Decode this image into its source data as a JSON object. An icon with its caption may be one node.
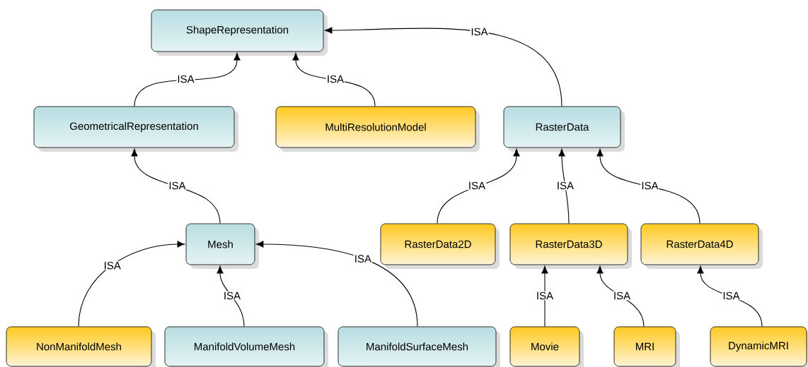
{
  "diagram": {
    "nodes": [
      {
        "text": [
          "ShapeRepresentation"
        ]
      },
      {
        "text": [
          "GeometricalRepresentation"
        ]
      },
      {
        "text": [
          "MultiResolutionModel"
        ]
      },
      {
        "text": [
          "RasterData"
        ]
      },
      {
        "text": [
          "Mesh"
        ]
      },
      {
        "text": [
          "RasterData2D"
        ]
      },
      {
        "text": [
          "RasterData3D"
        ]
      },
      {
        "text": [
          "RasterData4D"
        ]
      },
      {
        "text": [
          "NonManifoldMesh"
        ]
      },
      {
        "text": [
          "ManifoldVolumeMesh"
        ]
      },
      {
        "text": [
          "ManifoldSurfaceMesh"
        ]
      },
      {
        "text": [
          "Movie"
        ]
      },
      {
        "text": [
          "MRI"
        ]
      },
      {
        "text": [
          "DynamicMRI"
        ]
      }
    ],
    "edges": [
      {
        "from": 1,
        "to": 0,
        "arrow": "to",
        "label": "ISA"
      },
      {
        "from": 2,
        "to": 0,
        "arrow": "to",
        "label": "ISA"
      },
      {
        "from": 3,
        "to": 0,
        "arrow": "to",
        "label": "ISA"
      },
      {
        "from": 4,
        "to": 1,
        "arrow": "to",
        "label": "ISA"
      },
      {
        "from": 5,
        "to": 3,
        "arrow": "to",
        "label": "ISA"
      },
      {
        "from": 6,
        "to": 3,
        "arrow": "to",
        "label": "ISA"
      },
      {
        "from": 7,
        "to": 3,
        "arrow": "to",
        "label": "ISA"
      },
      {
        "from": 8,
        "to": 4,
        "arrow": "to",
        "label": "ISA"
      },
      {
        "from": 9,
        "to": 4,
        "arrow": "to",
        "label": "ISA"
      },
      {
        "from": 10,
        "to": 4,
        "arrow": "to",
        "label": "ISA"
      },
      {
        "from": 11,
        "to": 6,
        "arrow": "to",
        "label": "ISA"
      },
      {
        "from": 12,
        "to": 6,
        "arrow": "to",
        "label": "ISA"
      },
      {
        "from": 13,
        "to": 7,
        "arrow": "to",
        "label": "ISA"
      }
    ]
  }
}
